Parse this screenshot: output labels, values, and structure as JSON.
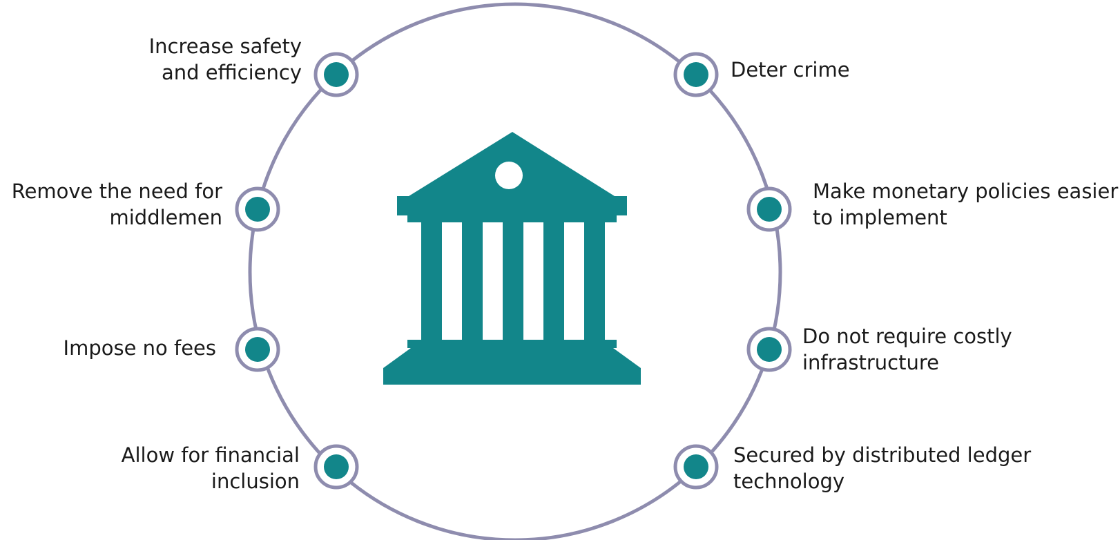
{
  "colors": {
    "ring": "#8e8cae",
    "accent": "#12868a",
    "background": "#ffffff",
    "text": "#1a1a1a"
  },
  "center_icon": "bank-building-icon",
  "items": [
    {
      "lines": [
        "Increase safety",
        "and efficiency"
      ]
    },
    {
      "lines": [
        "Remove the need for",
        "middlemen"
      ]
    },
    {
      "lines": [
        "Impose no fees"
      ]
    },
    {
      "lines": [
        "Allow for financial",
        "inclusion"
      ]
    },
    {
      "lines": [
        "Deter crime"
      ]
    },
    {
      "lines": [
        "Make monetary policies easier",
        "to implement"
      ]
    },
    {
      "lines": [
        "Do not require costly",
        "infrastructure"
      ]
    },
    {
      "lines": [
        "Secured by distributed ledger",
        "technology"
      ]
    }
  ]
}
